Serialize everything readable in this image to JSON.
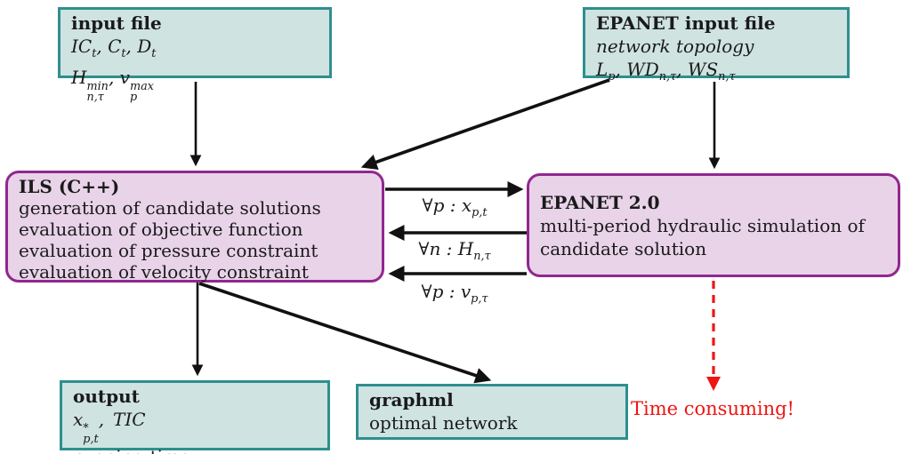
{
  "colors": {
    "teal_border": "#2e8f8f",
    "teal_fill": "#cfe3e1",
    "purple_border": "#91278e",
    "purple_fill": "#e8d3e9",
    "arrow": "#111111",
    "red": "#ee1512",
    "text": "#1a1a1a"
  },
  "boxes": {
    "input_file": {
      "title": "input file",
      "line1": "IC_{t}, C_{t}, D_{t}",
      "line2": "H^{min}_{n,τ}, v^{max}_{p}"
    },
    "epanet_input_file": {
      "title": "EPANET input file",
      "line1": "network topology",
      "line2": "L_{p}, WD_{n,τ}, WS_{n,τ}"
    },
    "ils": {
      "title": "ILS (C++)",
      "line1": "generation of candidate solutions",
      "line2": "evaluation of objective function",
      "line3": "evaluation of pressure constraint",
      "line4": "evaluation of velocity constraint"
    },
    "epanet2": {
      "title": "EPANET 2.0",
      "line1": "multi-period hydraulic simulation of",
      "line2": "candidate solution"
    },
    "output": {
      "title": "output",
      "line1": "x^{*}_{p,t}, TIC",
      "line2": "running time"
    },
    "graphml": {
      "title": "graphml",
      "line1": "optimal network"
    }
  },
  "arrow_labels": {
    "to_epanet": "∀p : x_{p,t}",
    "pressure_return": "∀n : H_{n,τ}",
    "velocity_return": "∀p : v_{p,τ}"
  },
  "annotations": {
    "time_consuming": "Time consuming!"
  }
}
